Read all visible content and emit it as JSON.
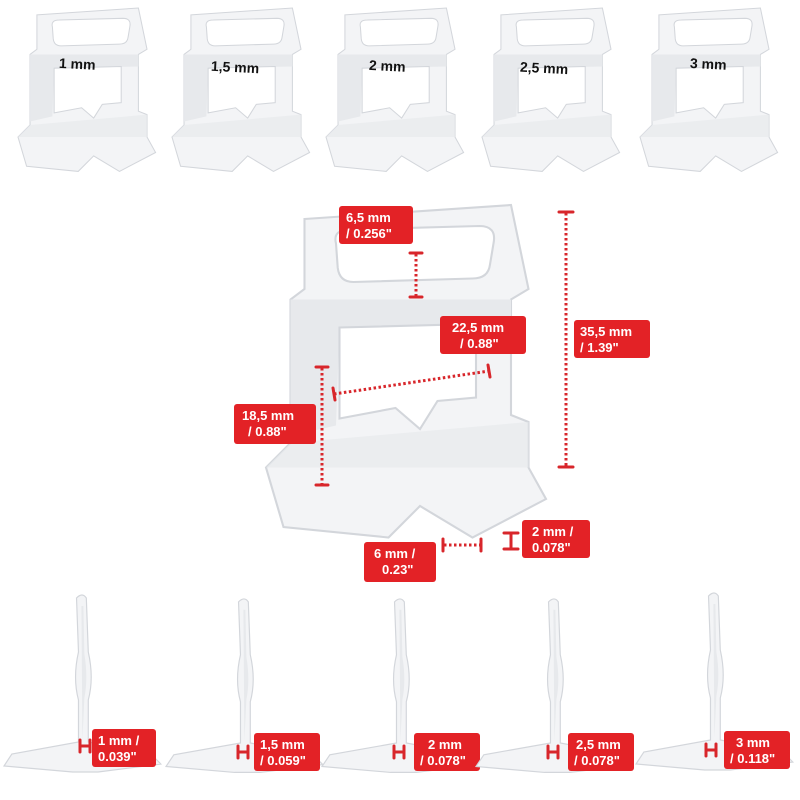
{
  "colors": {
    "accent": "#e32226",
    "plastic": "#f3f4f6",
    "plastic_edge": "#d3d6db",
    "label_text": "#111111"
  },
  "top_clips": [
    "1 mm",
    "1,5 mm",
    "2 mm",
    "2,5 mm",
    "3 mm"
  ],
  "main_clip": {
    "hole_height": [
      "6,5 mm",
      "/ 0.256\""
    ],
    "inner_width": [
      "22,5 mm",
      "/ 0.88\""
    ],
    "total_height": [
      "35,5 mm",
      "/ 1.39\""
    ],
    "inner_height": [
      "18,5 mm",
      "/ 0.88\""
    ],
    "base_length": [
      "6 mm /",
      "0.23\""
    ],
    "thickness": [
      "2 mm /",
      "0.078\""
    ]
  },
  "side_clips": [
    [
      "1 mm /",
      "0.039\""
    ],
    [
      "1,5 mm",
      "/ 0.059\""
    ],
    [
      "2 mm",
      "/ 0.078\""
    ],
    [
      "2,5 mm",
      "/ 0.078\""
    ],
    [
      "3 mm",
      "/ 0.118\""
    ]
  ]
}
